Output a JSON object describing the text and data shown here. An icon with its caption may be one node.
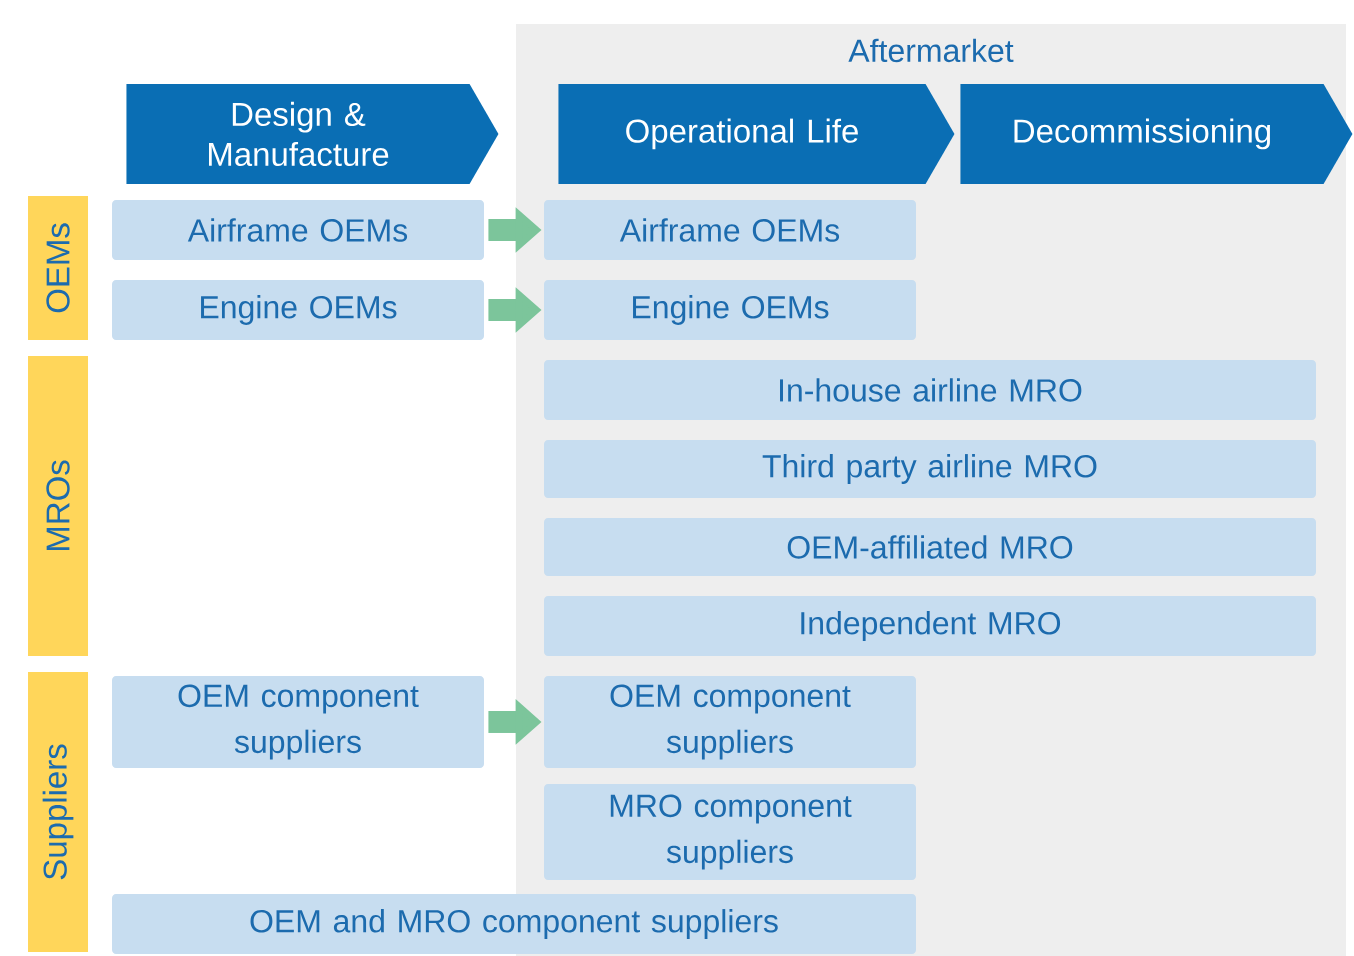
{
  "diagram": {
    "nodes": [
      {
        "text": [
          "Aftermarket"
        ]
      },
      {
        "text": [
          "Design & Manufacture"
        ]
      },
      {
        "text": [
          "Operational Life"
        ],
        "in": 0
      },
      {
        "text": [
          "Decommissioning"
        ],
        "in": 0
      },
      {
        "text": [
          "OEMs"
        ]
      },
      {
        "text": [
          "MROs"
        ]
      },
      {
        "text": [
          "Suppliers"
        ]
      },
      {
        "text": [
          "Airframe OEMs"
        ]
      },
      {
        "text": [
          "Airframe OEMs"
        ],
        "in": 0
      },
      {
        "text": [
          "Engine OEMs"
        ]
      },
      {
        "text": [
          "Engine OEMs"
        ],
        "in": 0
      },
      {
        "text": [
          "In-house airline MRO"
        ],
        "in": 0
      },
      {
        "text": [
          "Third party airline MRO"
        ],
        "in": 0
      },
      {
        "text": [
          "OEM-affiliated MRO"
        ],
        "in": 0
      },
      {
        "text": [
          "Independent MRO"
        ],
        "in": 0
      },
      {
        "text": [
          "OEM component suppliers"
        ]
      },
      {
        "text": [
          "OEM component suppliers"
        ],
        "in": 0
      },
      {
        "text": [
          "MRO component suppliers"
        ],
        "in": 0
      },
      {
        "text": [
          "OEM and MRO component suppliers"
        ]
      }
    ],
    "edges": [
      {
        "from": 7,
        "to": 8,
        "arrow": "to"
      },
      {
        "from": 9,
        "to": 10,
        "arrow": "to"
      },
      {
        "from": 15,
        "to": 16,
        "arrow": "to"
      }
    ]
  }
}
